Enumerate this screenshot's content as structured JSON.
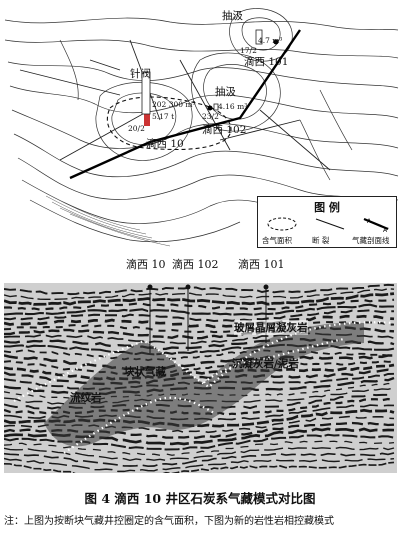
{
  "map": {
    "labels": {
      "chou_ji_top": "抽汲",
      "chou_ji_mid": "抽汲",
      "zhen_fa": "针阀",
      "well_101": "滴西 101",
      "well_102": "滴西 102",
      "well_10": "滴西 10"
    },
    "numbers": {
      "top_rate": "4.7 m³",
      "top_code": "17/2",
      "mid_rate": "4.16 m³",
      "mid_code": "23/2",
      "left_rate": "202 300 m³",
      "left_rate2": "5.17 t",
      "left_code": "20/2"
    },
    "legend": {
      "title": "图  例",
      "items": [
        "含气面积",
        "断  裂",
        "气藏剖面线"
      ]
    }
  },
  "well_row": {
    "a": "滴西 10",
    "b": "滴西 102",
    "c": "滴西 101"
  },
  "seismic": {
    "labels": {
      "upper_right": "玻屑晶屑凝灰岩",
      "right_mid": "沉凝灰岩/泥岩",
      "center": "块状气藏",
      "left_low": "流纹岩"
    }
  },
  "caption": "图 4   滴西 10 井区石炭系气藏模式对比图",
  "note": "注：上图为按断块气藏井控圈定的含气面积，下图为新的岩性岩相控藏模式"
}
